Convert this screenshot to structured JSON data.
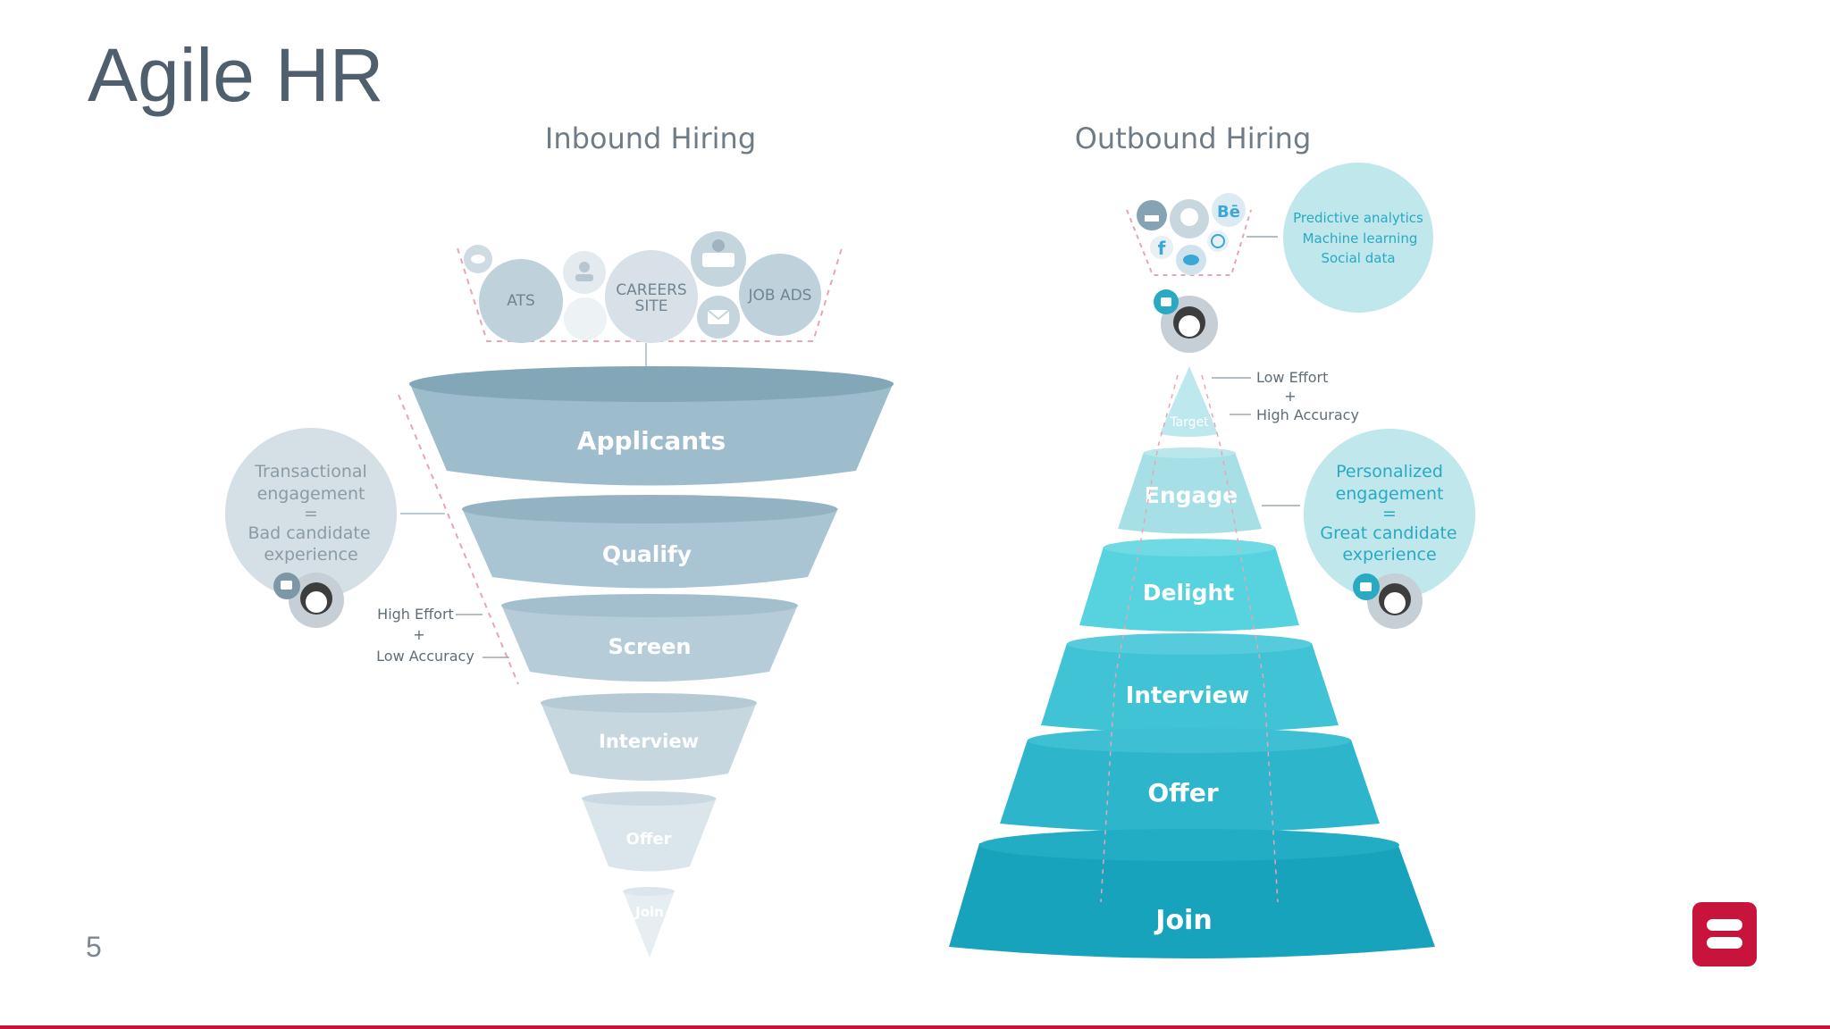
{
  "slide": {
    "title": "Agile HR",
    "page_number": "5"
  },
  "colors": {
    "title": "#4f5f6e",
    "accent_red": "#c8143c",
    "inbound_dark": "#8fb1c1",
    "inbound_light": "#dfe8ee",
    "outbound_light": "#a6e0e6",
    "outbound_dark": "#18a3bd"
  },
  "inbound": {
    "heading": "Inbound Hiring",
    "sources": {
      "ats": "ATS",
      "careers_line1": "CAREERS",
      "careers_line2": "SITE",
      "job_ads": "JOB ADS"
    },
    "stages": [
      "Applicants",
      "Qualify",
      "Screen",
      "Interview",
      "Offer",
      "Join"
    ],
    "bubble": {
      "line1": "Transactional",
      "line2": "engagement",
      "line3": "=",
      "line4": "Bad candidate",
      "line5": "experience"
    },
    "effort": {
      "line1": "High Effort",
      "line2": "+",
      "line3": "Low Accuracy"
    }
  },
  "outbound": {
    "heading": "Outbound Hiring",
    "analytics": {
      "line1": "Predictive analytics",
      "line2": "Machine learning",
      "line3": "Social data"
    },
    "social_label": "Bē",
    "facebook_label": "f",
    "target_label": "Target",
    "effort": {
      "line1": "Low Effort",
      "line2": "+",
      "line3": "High Accuracy"
    },
    "stages": [
      "Engage",
      "Delight",
      "Interview",
      "Offer",
      "Join"
    ],
    "bubble": {
      "line1": "Personalized",
      "line2": "engagement",
      "line3": "=",
      "line4": "Great candidate",
      "line5": "experience"
    }
  }
}
